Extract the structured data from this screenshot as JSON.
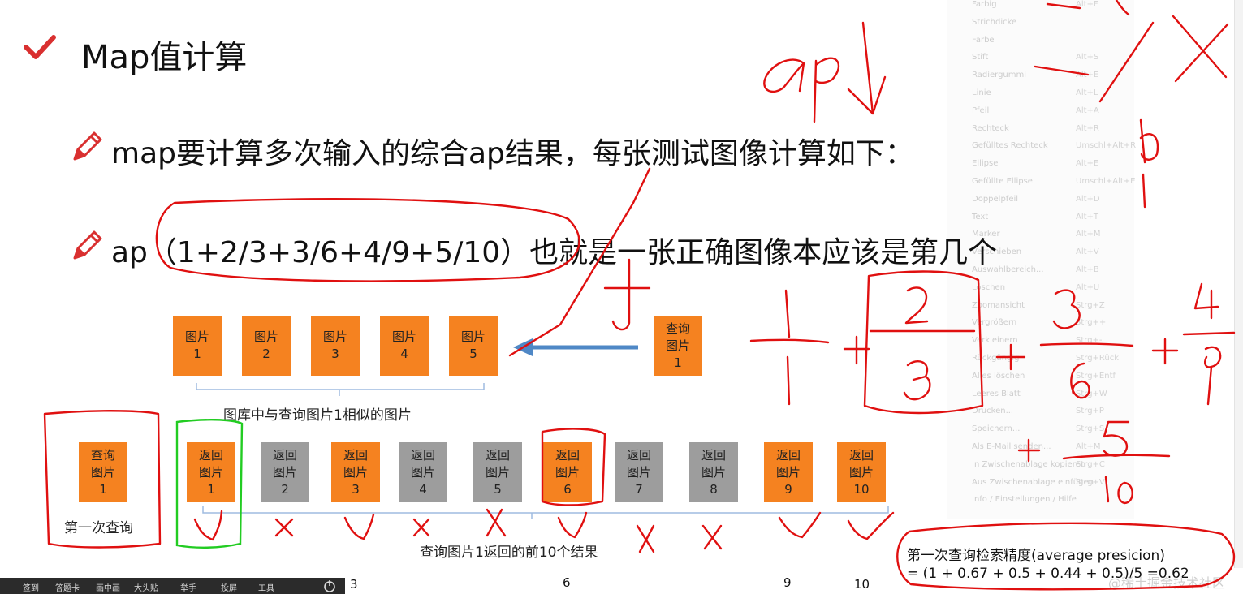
{
  "slide": {
    "title": "Map值计算",
    "bullet1": "map要计算多次输入的综合ap结果，每张测试图像计算如下：",
    "bullet2": "ap（1+2/3+3/6+4/9+5/10）也就是一张正确图像本应该是第几个"
  },
  "gallery": {
    "items": [
      "图片\n1",
      "图片\n2",
      "图片\n3",
      "图片\n4",
      "图片\n5"
    ],
    "query": "查询\n图片\n1",
    "caption": "图库中与查询图片1相似的图片"
  },
  "results": {
    "query": "查询\n图片\n1",
    "query_caption": "第一次查询",
    "items": [
      {
        "text": "返回\n图片\n1",
        "hit": true
      },
      {
        "text": "返回\n图片\n2",
        "hit": false
      },
      {
        "text": "返回\n图片\n3",
        "hit": true
      },
      {
        "text": "返回\n图片\n4",
        "hit": false
      },
      {
        "text": "返回\n图片\n5",
        "hit": false
      },
      {
        "text": "返回\n图片\n6",
        "hit": true
      },
      {
        "text": "返回\n图片\n7",
        "hit": false
      },
      {
        "text": "返回\n图片\n8",
        "hit": false
      },
      {
        "text": "返回\n图片\n9",
        "hit": true
      },
      {
        "text": "返回\n图片\n10",
        "hit": true
      }
    ],
    "caption": "查询图片1返回的前10个结果",
    "bottom_numbers": [
      "3",
      "6",
      "9",
      "10"
    ]
  },
  "precision": {
    "line1": "第一次查询检索精度(average presicion)",
    "line2": "= (1 + 0.67 + 0.5 + 0.44 + 0.5)/5 =0.62"
  },
  "watermark": "@稀土掘金技术社区",
  "context_menu": {
    "items": [
      {
        "label": "Farbig",
        "shortcut": "Alt+F"
      },
      {
        "label": "Strichdicke",
        "shortcut": ""
      },
      {
        "label": "Farbe",
        "shortcut": ""
      },
      {
        "label": "Stift",
        "shortcut": "Alt+S"
      },
      {
        "label": "Radiergummi",
        "shortcut": "Alt+E"
      },
      {
        "label": "Linie",
        "shortcut": "Alt+L"
      },
      {
        "label": "Pfeil",
        "shortcut": "Alt+A"
      },
      {
        "label": "Rechteck",
        "shortcut": "Alt+R"
      },
      {
        "label": "Gefülltes Rechteck",
        "shortcut": "Umschl+Alt+R"
      },
      {
        "label": "Ellipse",
        "shortcut": "Alt+E"
      },
      {
        "label": "Gefüllte Ellipse",
        "shortcut": "Umschl+Alt+E"
      },
      {
        "label": "Doppelpfeil",
        "shortcut": "Alt+D"
      },
      {
        "label": "Text",
        "shortcut": "Alt+T"
      },
      {
        "label": "Marker",
        "shortcut": "Alt+M"
      },
      {
        "label": "Verschieben",
        "shortcut": "Alt+V"
      },
      {
        "label": "Auswahlbereich...",
        "shortcut": "Alt+B"
      },
      {
        "label": "Löschen",
        "shortcut": "Alt+U"
      },
      {
        "label": "Zoomansicht",
        "shortcut": "Strg+Z"
      },
      {
        "label": "Vergrößern",
        "shortcut": "Strg++"
      },
      {
        "label": "Verkleinern",
        "shortcut": "Strg+-"
      },
      {
        "label": "Rückgängig",
        "shortcut": "Strg+Rück"
      },
      {
        "label": "Alles löschen",
        "shortcut": "Strg+Entf"
      },
      {
        "label": "Leeres Blatt",
        "shortcut": "Strg+W"
      },
      {
        "label": "Drucken...",
        "shortcut": "Strg+P"
      },
      {
        "label": "Speichern...",
        "shortcut": "Strg+S"
      },
      {
        "label": "Als E-Mail senden...",
        "shortcut": "Alt+M"
      },
      {
        "label": "In Zwischenablage kopieren",
        "shortcut": "Strg+C"
      },
      {
        "label": "Aus Zwischenablage einfügen",
        "shortcut": "Strg+V"
      },
      {
        "label": "Info / Einstellungen / Hilfe",
        "shortcut": ""
      }
    ]
  },
  "taskbar": {
    "items": [
      "签到",
      "答题卡",
      "画中画",
      "大头贴",
      "举手",
      "投屏",
      "工具"
    ]
  },
  "colors": {
    "orange": "#f58220",
    "gray": "#9d9d9d",
    "arrow_blue": "#4f88c6",
    "ink_red": "#e01010",
    "ink_green": "#22cc22",
    "check_red": "#d93030"
  }
}
